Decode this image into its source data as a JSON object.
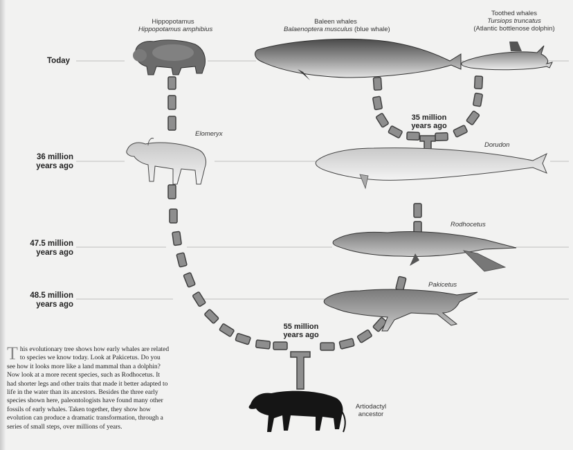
{
  "timeline": [
    {
      "label": "Today"
    },
    {
      "label": "36 million years ago"
    },
    {
      "label": "47.5 million years ago"
    },
    {
      "label": "48.5 million years ago"
    }
  ],
  "taxa": {
    "hippo": {
      "common": "Hippopotamus",
      "scientific": "Hippopotamus amphibius"
    },
    "baleen": {
      "common": "Baleen whales",
      "scientific": "Balaenoptera musculus",
      "note": "(blue whale)"
    },
    "toothed": {
      "common": "Toothed whales",
      "scientific": "Tursiops truncatus",
      "note": "(Atlantic bottlenose dolphin)"
    },
    "elomeryx": {
      "scientific": "Elomeryx"
    },
    "dorudon": {
      "scientific": "Dorudon"
    },
    "rodhocetus": {
      "scientific": "Rodhocetus"
    },
    "pakicetus": {
      "scientific": "Pakicetus"
    },
    "ancestor": {
      "common": "Artiodactyl ancestor"
    }
  },
  "nodes": {
    "whales_split": "35 million years ago",
    "root": "55 million years ago"
  },
  "caption": {
    "dropcap": "T",
    "text": "his evolutionary tree shows how early whales are related to species we know today. Look at Pakicetus. Do you see how it looks more like a land mammal than a dolphin? Now look at a more recent species, such as Rodhocetus. It had shorter legs and other traits that made it better adapted to life in the water than its ancestors. Besides the three early species shown here, paleontologists have found many other fossils of early whales. Taken together, they show how evolution can produce a dramatic transformation, through a series of small steps, over millions of years."
  }
}
